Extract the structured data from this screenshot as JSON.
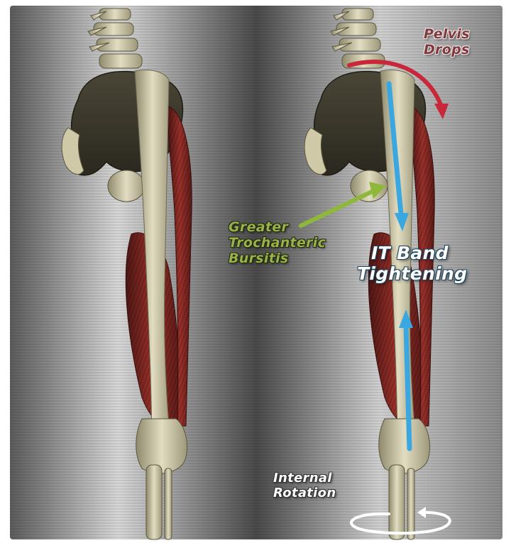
{
  "labels": {
    "pelvis_drops": [
      "Pelvis",
      "Drops"
    ],
    "bursitis": [
      "Greater",
      "Trochanteric",
      "Bursitis"
    ],
    "it_band": [
      "IT Band",
      "Tightening"
    ],
    "internal_rotation": [
      "Internal",
      "Rotation"
    ]
  },
  "colors": {
    "muscle": "#8a2a26",
    "bone": "#cbc6a6",
    "it_band_arrow": "#3aa7e0",
    "bursitis_arrow": "#8fb83a",
    "pelvis_arrow": "#c8283a",
    "rotation_arrow": "#ffffff"
  }
}
